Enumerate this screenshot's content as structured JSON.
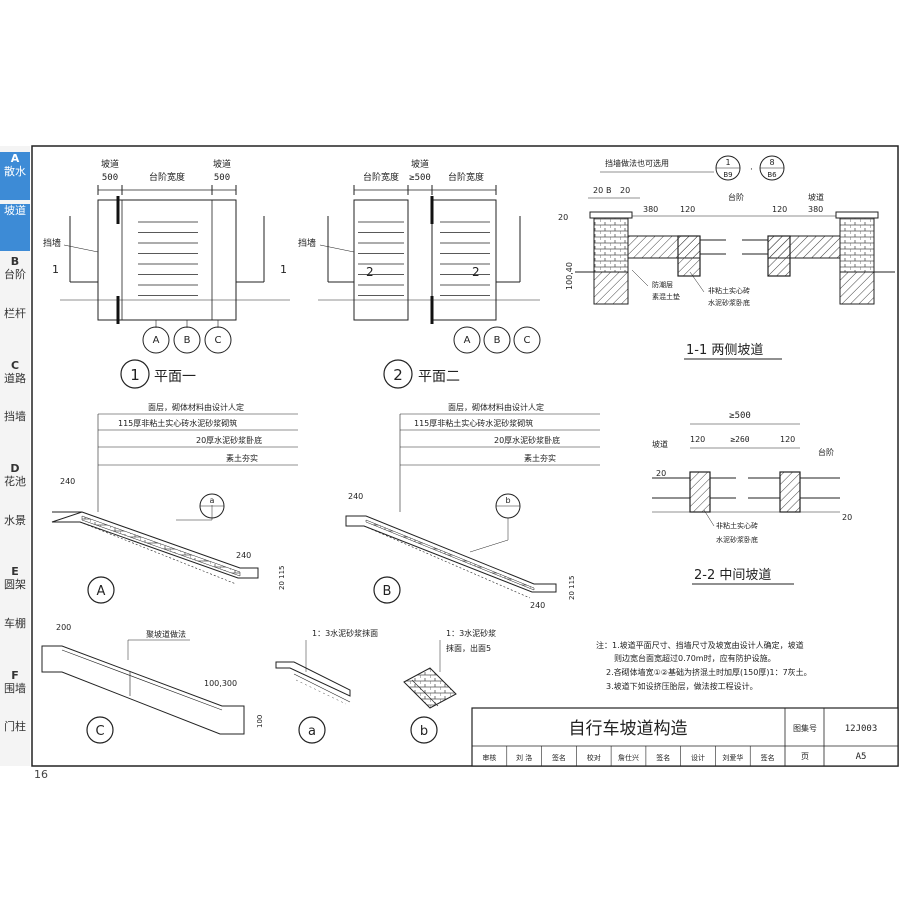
{
  "sidebar": {
    "items": [
      {
        "code": "A",
        "label": "散水"
      },
      {
        "code": "",
        "label": "坡道"
      },
      {
        "code": "B",
        "label": "台阶"
      },
      {
        "code": "",
        "label": "栏杆"
      },
      {
        "code": "C",
        "label": "道路"
      },
      {
        "code": "",
        "label": "挡墙"
      },
      {
        "code": "D",
        "label": "花池"
      },
      {
        "code": "",
        "label": "水景"
      },
      {
        "code": "E",
        "label": "圆架"
      },
      {
        "code": "",
        "label": "车棚"
      },
      {
        "code": "F",
        "label": "围墙"
      },
      {
        "code": "",
        "label": "门柱"
      }
    ]
  },
  "page_number": "16",
  "plan1": {
    "title": "平面一",
    "number": "1",
    "dim_left_label": "坡道",
    "dim_left_value": "500",
    "dim_mid_label": "台阶宽度",
    "dim_right_label": "坡道",
    "dim_right_value": "500",
    "wall_label": "挡墙",
    "section_mark": "1",
    "circles": [
      "A",
      "B",
      "C"
    ]
  },
  "plan2": {
    "title": "平面二",
    "number": "2",
    "dim_left": "台阶宽度",
    "dim_mid_label": "坡道",
    "dim_mid_value": "≥500",
    "dim_right": "台阶宽度",
    "wall_label": "挡墙",
    "section_mark": "2",
    "circles": [
      "A",
      "B",
      "C"
    ]
  },
  "section11": {
    "title": "1-1  两侧坡道",
    "top_note": "挡墙做法也可选用",
    "ref1_top": "1",
    "ref1_bottom": "B9",
    "ref2_top": "8",
    "ref2_bottom": "B6",
    "dim_20a": "20",
    "dim_b": "B",
    "dim_20b": "20",
    "dim_380a": "380",
    "dim_120a": "120",
    "dim_120b": "120",
    "dim_380b": "380",
    "label_step": "台阶",
    "label_slope": "坡道",
    "side_dims": "100,40",
    "side_20": "20",
    "ann1": "防潮层",
    "ann2": "素混土垫",
    "ann3": "非粘土实心砖",
    "ann4": "水泥砂浆卧底"
  },
  "section22": {
    "title": "2-2  中间坡道",
    "dim_total": "≥500",
    "dim_120a": "120",
    "dim_mid": "≥260",
    "dim_120b": "120",
    "label_slope": "坡道",
    "label_step": "台阶",
    "dim_20a": "20",
    "dim_20b": "20",
    "ann1": "非粘土实心砖",
    "ann2": "水泥砂浆卧底"
  },
  "detailA": {
    "mark": "A",
    "layers": [
      "面层，砌体材料由设计人定",
      "115厚非粘土实心砖水泥砂浆砌筑",
      "20厚水泥砂浆卧底",
      "素土夯实"
    ],
    "dim_top": "240",
    "dim_bottom": "240",
    "side_dim": "20  115",
    "ref": "a"
  },
  "detailB": {
    "mark": "B",
    "layers": [
      "面层，砌体材料由设计人定",
      "115厚非粘土实心砖水泥砂浆砌筑",
      "20厚水泥砂浆卧底",
      "素土夯实"
    ],
    "dim_top": "240",
    "dim_bottom": "240",
    "side_dim": "20  115",
    "ref": "b"
  },
  "detailC": {
    "mark": "C",
    "label": "聚坡道做法",
    "dim_top": "200",
    "dim_bottom": "100,300",
    "side_dim": "100"
  },
  "detail_a": {
    "mark": "a",
    "label": "1：3水泥砂浆抹面"
  },
  "detail_b": {
    "mark": "b",
    "label1": "1：3水泥砂浆",
    "label2": "抹面，出面5"
  },
  "notes": {
    "line1": "注：1.坡道平面尺寸、挡墙尺寸及坡宽由设计人确定，坡道",
    "line2": "则边宽台面宽超过0.70m时，应有防护设施。",
    "line3": "2.吝砌体墙宽①②基础为挤混土时加厚(150厚)1：7灰土。",
    "line4": "3.坡道下如设挤压胎层，做法按工程设计。"
  },
  "titleblock": {
    "title": "自行车坡道构造",
    "atlas_label": "图集号",
    "atlas_value": "12J003",
    "page_label": "页",
    "page_value": "A5",
    "row": [
      "审核",
      "刘 洛",
      "签名",
      "校对",
      "詹仕兴",
      "签名",
      "设计",
      "刘爱华",
      "签名"
    ]
  }
}
